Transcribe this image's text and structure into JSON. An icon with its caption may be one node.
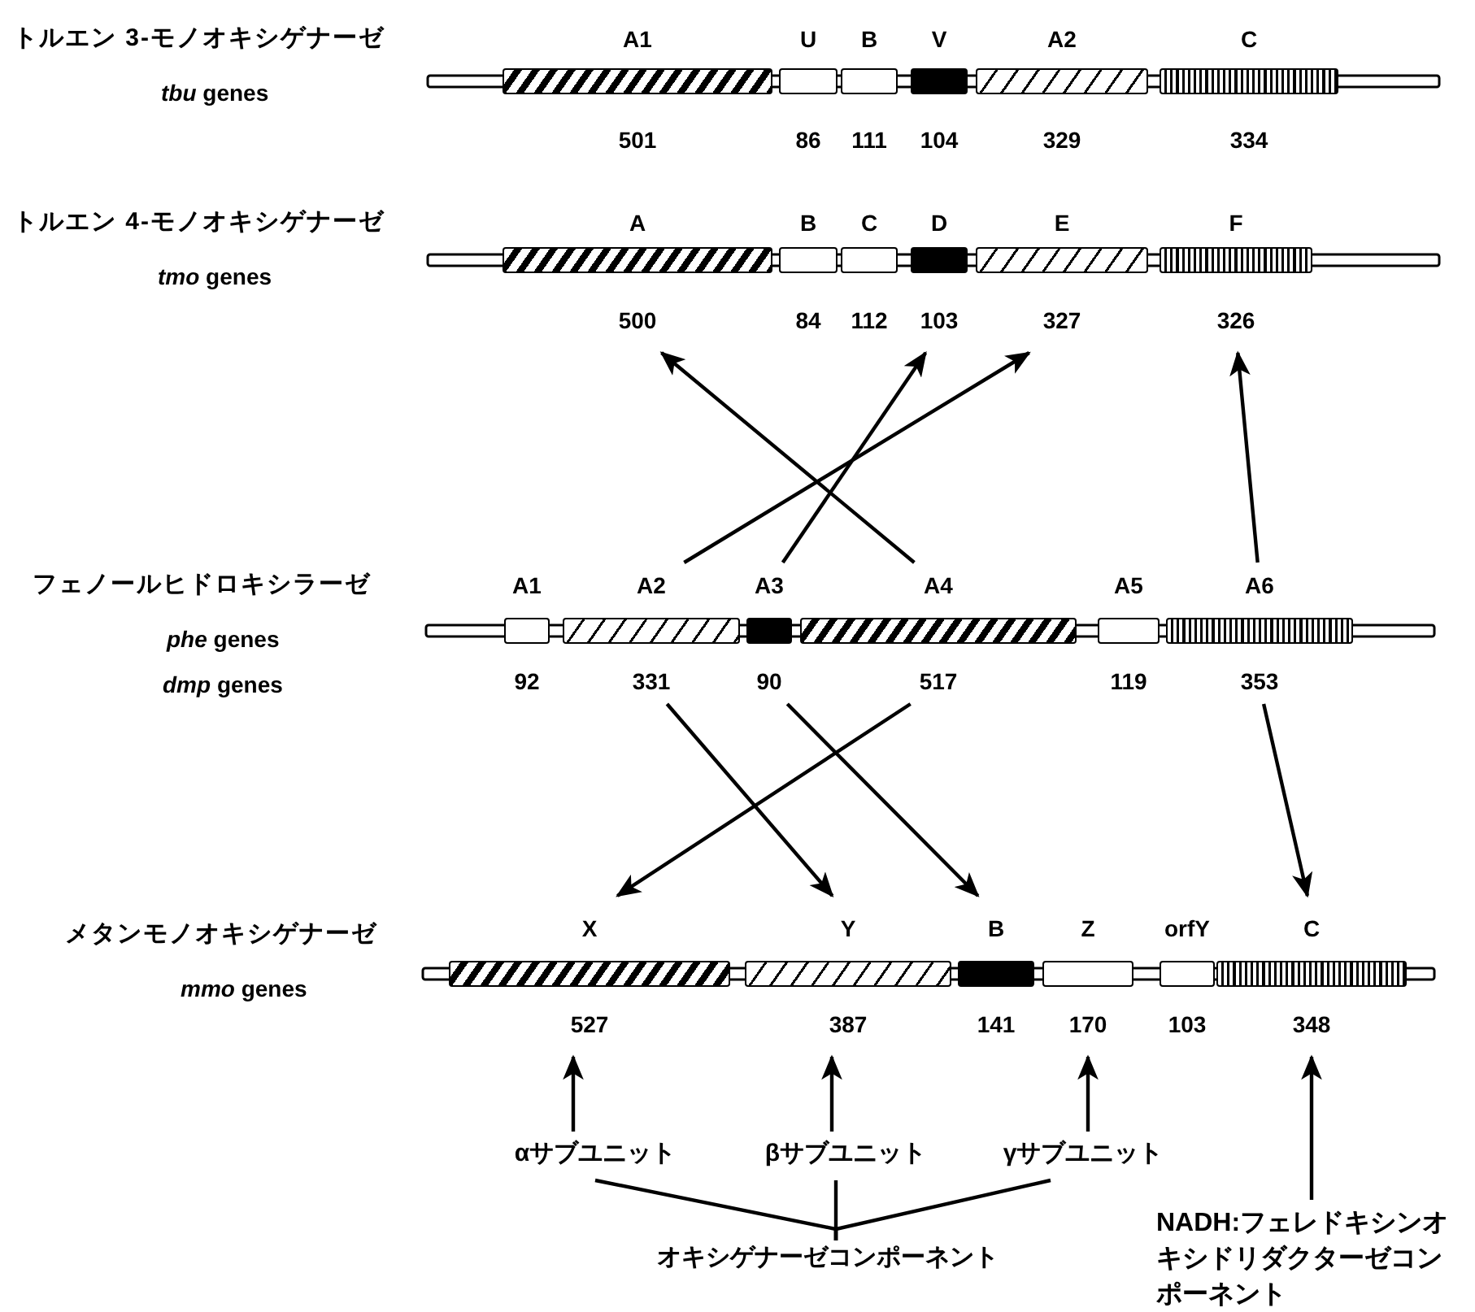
{
  "diagram": {
    "nodes": [
      {
        "text": [
          "A1"
        ],
        "beside": [
          "501"
        ]
      },
      {
        "text": [
          "U"
        ],
        "beside": [
          "86"
        ]
      },
      {
        "text": [
          "B"
        ],
        "beside": [
          "111"
        ]
      },
      {
        "text": [
          "V"
        ],
        "beside": [
          "104"
        ]
      },
      {
        "text": [
          "A2"
        ],
        "beside": [
          "329"
        ]
      },
      {
        "text": [
          "C"
        ],
        "beside": [
          "334"
        ]
      },
      {
        "text": [
          "A"
        ],
        "beside": [
          "500"
        ]
      },
      {
        "text": [
          "B"
        ],
        "beside": [
          "84"
        ]
      },
      {
        "text": [
          "C"
        ],
        "beside": [
          "112"
        ]
      },
      {
        "text": [
          "D"
        ],
        "beside": [
          "103"
        ]
      },
      {
        "text": [
          "E"
        ],
        "beside": [
          "327"
        ]
      },
      {
        "text": [
          "F"
        ],
        "beside": [
          "326"
        ]
      },
      {
        "text": [
          "A1"
        ],
        "beside": [
          "92"
        ]
      },
      {
        "text": [
          "A2"
        ],
        "beside": [
          "331"
        ]
      },
      {
        "text": [
          "A3"
        ],
        "beside": [
          "90"
        ]
      },
      {
        "text": [
          "A4"
        ],
        "beside": [
          "517"
        ]
      },
      {
        "text": [
          "A5"
        ],
        "beside": [
          "119"
        ]
      },
      {
        "text": [
          "A6"
        ],
        "beside": [
          "353"
        ]
      },
      {
        "text": [
          "X"
        ],
        "beside": [
          "527"
        ]
      },
      {
        "text": [
          "Y"
        ],
        "beside": [
          "387"
        ]
      },
      {
        "text": [
          "B"
        ],
        "beside": [
          "141"
        ]
      },
      {
        "text": [
          "Z"
        ],
        "beside": [
          "170"
        ]
      },
      {
        "text": [
          "orfY"
        ],
        "beside": [
          "103"
        ]
      },
      {
        "text": [
          "C"
        ],
        "beside": [
          "348"
        ]
      },
      {
        "text": [
          "αサブユニット"
        ]
      },
      {
        "text": [
          "βサブユニット"
        ]
      },
      {
        "text": [
          "γサブユニット"
        ]
      },
      {
        "text": [
          "オキシゲナーゼコンポーネント"
        ]
      },
      {
        "text": [
          "NADH:フェレドキシンオキシドリダクターゼコンポーネント"
        ]
      }
    ],
    "edges": [
      {
        "from": 15,
        "to": 6,
        "arrow": "to"
      },
      {
        "from": 14,
        "to": 9,
        "arrow": "to"
      },
      {
        "from": 13,
        "to": 10,
        "arrow": "to"
      },
      {
        "from": 17,
        "to": 11,
        "arrow": "to"
      },
      {
        "from": 13,
        "to": 19,
        "arrow": "to"
      },
      {
        "from": 14,
        "to": 20,
        "arrow": "to"
      },
      {
        "from": 15,
        "to": 18,
        "arrow": "to"
      },
      {
        "from": 17,
        "to": 23,
        "arrow": "to"
      },
      {
        "from": 24,
        "to": 18,
        "arrow": "to"
      },
      {
        "from": 25,
        "to": 19,
        "arrow": "to"
      },
      {
        "from": 26,
        "to": 21,
        "arrow": "to"
      },
      {
        "from": 28,
        "to": 23,
        "arrow": "to"
      },
      {
        "from": 24,
        "to": 27,
        "arrow": "none"
      },
      {
        "from": 25,
        "to": 27,
        "arrow": "none"
      },
      {
        "from": 26,
        "to": 27,
        "arrow": "none"
      }
    ],
    "labels": [
      "トルエン 3-モノオキシゲナーゼ",
      "*tbu* genes",
      "トルエン 4-モノオキシゲナーゼ",
      "*tmo* genes",
      "フェノールヒドロキシラーゼ",
      "*phe* genes",
      "*dmp* genes",
      "メタンモノオキシゲナーゼ",
      "*mmo* genes"
    ]
  }
}
